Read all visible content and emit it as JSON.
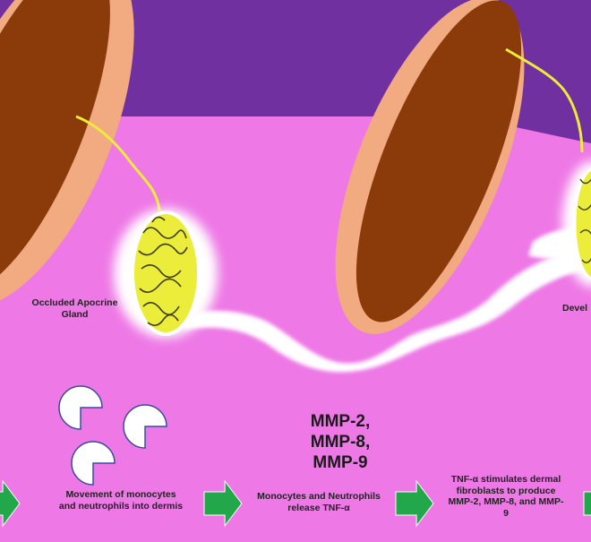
{
  "colors": {
    "dermis": "#ee78e6",
    "epidermis": "#7030a0",
    "hair_shaft": "#8b3b0a",
    "follicle_sheath": "#f2aa80",
    "gland": "#ecec3a",
    "duct": "#ecec3a",
    "pus": "#ffffff",
    "arrow": "#22a84a",
    "monocyte": "#ffffff",
    "monocyte_outline": "#3a4aa0"
  },
  "labels": {
    "occluded_gland_line1": "Occluded Apocrine",
    "occluded_gland_line2": "Gland",
    "developing_cut": "Devel"
  },
  "steps": {
    "movement_line1": "Movement of monocytes",
    "movement_line2": "and neutrophils into dermis",
    "release_line1": "Monocytes and Neutrophils",
    "release_line2": "release TNF-α",
    "stimulates_line1": "TNF-α stimulates dermal",
    "stimulates_line2": "fibroblasts to produce",
    "stimulates_line3": "MMP-2, MMP-8, and MMP-",
    "stimulates_line4": "9"
  },
  "mmps": {
    "mmp2": "MMP-2,",
    "mmp8": "MMP-8,",
    "mmp9": "MMP-9"
  },
  "icons": [
    "arrow-right-icon",
    "monocyte-icon"
  ]
}
